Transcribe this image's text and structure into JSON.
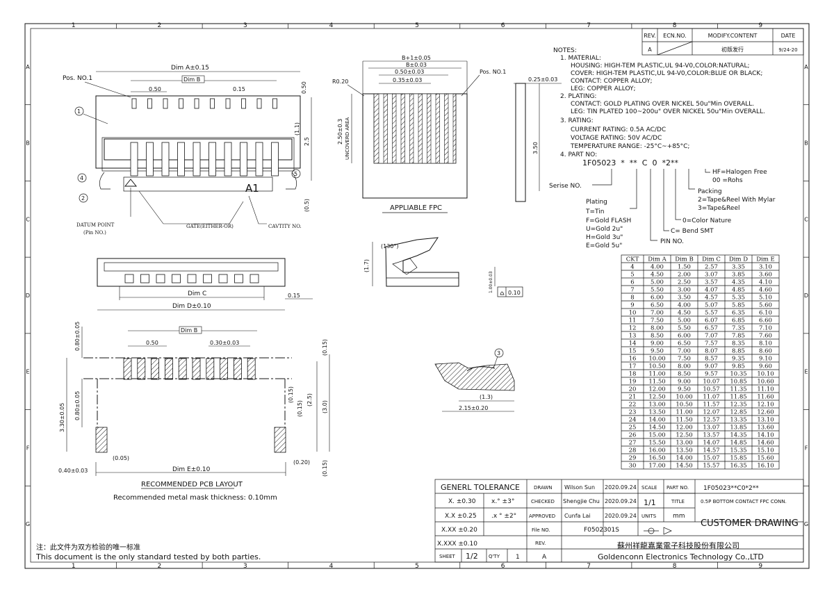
{
  "border": {
    "columns": [
      "1",
      "2",
      "3",
      "4",
      "5",
      "6",
      "7",
      "8",
      "9"
    ],
    "rows": [
      "A",
      "B",
      "C",
      "D",
      "E",
      "F",
      "G"
    ]
  },
  "revision_table": {
    "headers": [
      "REV.",
      "ECN.NO.",
      "MODIFY.CONTENT",
      "DATE"
    ],
    "row": [
      "A",
      "",
      "初版发行",
      "9/24-20"
    ]
  },
  "notes": {
    "heading": "NOTES:",
    "lines": [
      "1. MATERIAL:",
      "HOUSING: HIGH-TEM PLASTIC,UL 94-V0,COLOR:NATURAL;",
      "COVER: HIGH-TEM PLASTIC,UL 94-V0,COLOR:BLUE OR BLACK;",
      "CONTACT: COPPER ALLOY;",
      "LEG: COPPER ALLOY;",
      "2. PLATING:",
      "CONTACT: GOLD PLATING OVER NICKEL 50u\"Min OVERALL.",
      "LEG: TIN PLATED 100~200u\" OVER NICKEL 50u\"Min OVERALL.",
      "3. RATING:",
      "CURRENT RATING: 0.5A AC/DC",
      "VOLTAGE RATING: 50V AC/DC",
      "TEMPERATURE RANGE: -25°C~+85°C;",
      "4. PART NO:"
    ]
  },
  "part_number": {
    "code": "1F05023  *  **  C  0  *2**",
    "serise": "Serise NO.",
    "plating_title": "Plating",
    "plating_options": [
      "T=Tin",
      "F=Gold FLASH",
      "U=Gold 2u\"",
      "H=Gold 3u\"",
      "E=Gold 5u\""
    ],
    "pin_no": "PIN NO.",
    "bend": "C= Bend SMT",
    "color": "0=Color Nature",
    "packing_title": "Packing",
    "packing_options": [
      "2=Tape&Reel With Mylar",
      "3=Tape&Reel"
    ],
    "hf": "HF=Halogen Free",
    "rohs": "00 =Rohs"
  },
  "dim_table": {
    "headers": [
      "CKT",
      "Dim A",
      "Dim B",
      "Dim C",
      "Dim D",
      "Dim E"
    ],
    "rows": [
      [
        "4",
        "4.00",
        "1.50",
        "2.57",
        "3.35",
        "3.10"
      ],
      [
        "5",
        "4.50",
        "2.00",
        "3.07",
        "3.85",
        "3.60"
      ],
      [
        "6",
        "5.00",
        "2.50",
        "3.57",
        "4.35",
        "4.10"
      ],
      [
        "7",
        "5.50",
        "3.00",
        "4.07",
        "4.85",
        "4.60"
      ],
      [
        "8",
        "6.00",
        "3.50",
        "4.57",
        "5.35",
        "5.10"
      ],
      [
        "9",
        "6.50",
        "4.00",
        "5.07",
        "5.85",
        "5.60"
      ],
      [
        "10",
        "7.00",
        "4.50",
        "5.57",
        "6.35",
        "6.10"
      ],
      [
        "11",
        "7.50",
        "5.00",
        "6.07",
        "6.85",
        "6.60"
      ],
      [
        "12",
        "8.00",
        "5.50",
        "6.57",
        "7.35",
        "7.10"
      ],
      [
        "13",
        "8.50",
        "6.00",
        "7.07",
        "7.85",
        "7.60"
      ],
      [
        "14",
        "9.00",
        "6.50",
        "7.57",
        "8.35",
        "8.10"
      ],
      [
        "15",
        "9.50",
        "7.00",
        "8.07",
        "8.85",
        "8.60"
      ],
      [
        "16",
        "10.00",
        "7.50",
        "8.57",
        "9.35",
        "9.10"
      ],
      [
        "17",
        "10.50",
        "8.00",
        "9.07",
        "9.85",
        "9.60"
      ],
      [
        "18",
        "11.00",
        "8.50",
        "9.57",
        "10.35",
        "10.10"
      ],
      [
        "19",
        "11.50",
        "9.00",
        "10.07",
        "10.85",
        "10.60"
      ],
      [
        "20",
        "12.00",
        "9.50",
        "10.57",
        "11.35",
        "11.10"
      ],
      [
        "21",
        "12.50",
        "10.00",
        "11.07",
        "11.85",
        "11.60"
      ],
      [
        "22",
        "13.00",
        "10.50",
        "11.57",
        "12.35",
        "12.10"
      ],
      [
        "23",
        "13.50",
        "11.00",
        "12.07",
        "12.85",
        "12.60"
      ],
      [
        "24",
        "14.00",
        "11.50",
        "12.57",
        "13.35",
        "13.10"
      ],
      [
        "25",
        "14.50",
        "12.00",
        "13.07",
        "13.85",
        "13.60"
      ],
      [
        "26",
        "15.00",
        "12.50",
        "13.57",
        "14.35",
        "14.10"
      ],
      [
        "27",
        "15.50",
        "13.00",
        "14.07",
        "14.85",
        "14.60"
      ],
      [
        "28",
        "16.00",
        "13.50",
        "14.57",
        "15.35",
        "15.10"
      ],
      [
        "29",
        "16.50",
        "14.00",
        "15.07",
        "15.85",
        "15.60"
      ],
      [
        "30",
        "17.00",
        "14.50",
        "15.57",
        "16.35",
        "16.10"
      ]
    ]
  },
  "top_view": {
    "pos_no1": "Pos. NO.1",
    "dim_a": "Dim A±0.15",
    "dim_b": "Dim B",
    "p050": "0.50",
    "p015": "0.15",
    "v050": "0.50",
    "v11": "(1.1)",
    "v25": "2.5",
    "v05": "(0.5)",
    "a1": "A1",
    "c1": "1",
    "c2": "2",
    "c4": "4",
    "c5": "5",
    "datum1": "DATUM POINT",
    "datum2": "(Pin NO.)",
    "gate": "GATE(EITHER-OR)",
    "cavity": "CAVTITY NO."
  },
  "fpc_view": {
    "b1": "B+1±0.05",
    "b003": "B±0.03",
    "p050": "0.50±0.03",
    "p035": "0.35±0.03",
    "r020": "R0.20",
    "pos_no1": "Pos. NO.1",
    "v250": "2.50±0.3",
    "uncovered": "UNCOVERD AREA",
    "v025": "0.25±0.03",
    "v350": "3.50",
    "applicable": "APPLIABLE FPC"
  },
  "front_view": {
    "dim_c": "Dim C",
    "dim_d": "Dim D±0.10",
    "v015": "0.15"
  },
  "side_view": {
    "angle": "(130°)",
    "v17": "(1.7)",
    "v100": "1.00±0.03",
    "flat_value": "0.10"
  },
  "section_view": {
    "c3": "3",
    "v13": "(1.3)",
    "v215": "2.15±0.20"
  },
  "pcb_layout": {
    "dim_b": "Dim B",
    "p050": "0.50",
    "p030": "0.30±0.03",
    "v080a": "0.80±0.05",
    "v330": "3.30±0.05",
    "v080b": "0.80±0.05",
    "v015t": "(0.15)",
    "v015a": "(0.15)",
    "v015b": "(0.15)",
    "v25": "(2.5)",
    "v30": "(3.0)",
    "v005": "(0.05)",
    "v020": "(0.20)",
    "v015r": "(0.15)",
    "v040": "0.40±0.03",
    "dim_e": "Dim E±0.10",
    "title": "RECOMMENDED PCB LAYOUT",
    "mask_note": "Recommended metal mask thickness: 0.10mm"
  },
  "footnote": {
    "cn": "注：此文件为双方检验的唯一标准",
    "en": "This document is the only standard tested by both parties."
  },
  "title_block": {
    "generl_tolerance": "GENERL TOLERANCE",
    "tol_x": "X. ±0.30",
    "tol_xx": "X.X ±0.25",
    "tol_xxx": "X.XX ±0.20",
    "tol_xxxx": "X.XXX ±0.10",
    "ang1": "x.° ±3°",
    "ang2": ".x ° ±2°",
    "drawn": "DRAWN",
    "drawn_name": "Wilson Sun",
    "drawn_date": "2020.09.24",
    "checked": "CHECKED",
    "checked_name": "Shengjie Chu",
    "checked_date": "2020.09.24",
    "approved": "APPROVED",
    "approved_name": "Cunfa Lai",
    "approved_date": "2020.09.24",
    "file_no_label": "File NO.",
    "file_no": "F0502301S",
    "rev_label": "REV.",
    "rev": "A",
    "sheet_label": "SHEET",
    "sheet": "1/2",
    "qty_label": "Q'TY",
    "qty": "1",
    "scale_label": "SCALE",
    "scale": "1/1",
    "units_label": "UNITS",
    "units": "mm",
    "part_no_label": "PART NO.",
    "part_no": "1F05023**C0*2**",
    "title_label": "TITLE",
    "title": "0.5P BOTTOM CONTACT FPC CONN.",
    "customer": "CUSTOMER DRAWING",
    "company_cn": "蘇州祥龍嘉業電子科技股份有限公司",
    "company_en": "Goldenconn Electronics Technology Co.,LTD"
  }
}
